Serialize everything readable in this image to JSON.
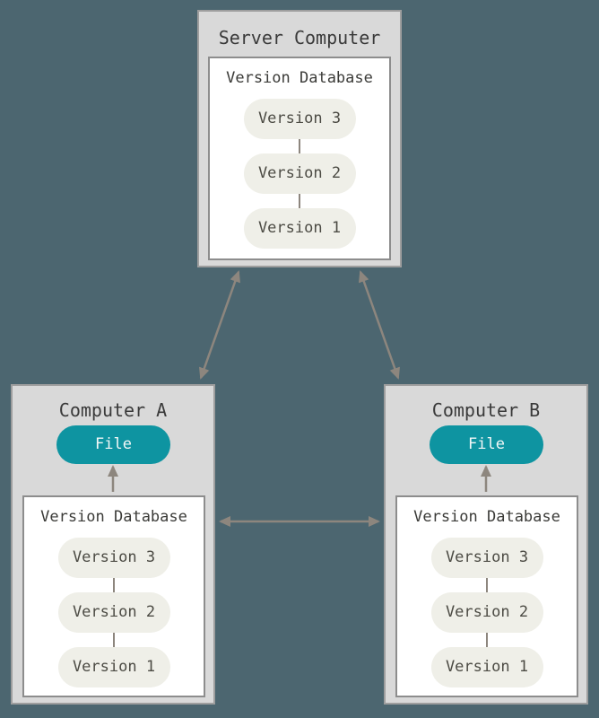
{
  "diagram": {
    "type": "distributed-version-control",
    "background_color": "#4c6670",
    "palette": {
      "node_fill": "#d9d9d9",
      "node_border": "#9e9e9e",
      "panel_fill": "#ffffff",
      "panel_border": "#8d8d8d",
      "pill_fill": "#efefe8",
      "pill_text": "#4c4b44",
      "title_text": "#3a3a3a",
      "file_fill": "#0e94a1",
      "file_text": "#f2f7f7",
      "arrow_color": "#8d867e"
    },
    "server": {
      "title": "Server Computer",
      "database": {
        "title": "Version Database",
        "versions": [
          "Version 3",
          "Version 2",
          "Version 1"
        ]
      }
    },
    "computer_a": {
      "title": "Computer A",
      "file_label": "File",
      "database": {
        "title": "Version Database",
        "versions": [
          "Version 3",
          "Version 2",
          "Version 1"
        ]
      }
    },
    "computer_b": {
      "title": "Computer B",
      "file_label": "File",
      "database": {
        "title": "Version Database",
        "versions": [
          "Version 3",
          "Version 2",
          "Version 1"
        ]
      }
    },
    "connections": [
      {
        "from": "server",
        "to": "computer_a",
        "bidirectional": true
      },
      {
        "from": "server",
        "to": "computer_b",
        "bidirectional": true
      },
      {
        "from": "computer_a",
        "to": "computer_b",
        "bidirectional": true
      },
      {
        "from": "computer_a.database",
        "to": "computer_a.file",
        "bidirectional": false
      },
      {
        "from": "computer_b.database",
        "to": "computer_b.file",
        "bidirectional": false
      }
    ]
  }
}
